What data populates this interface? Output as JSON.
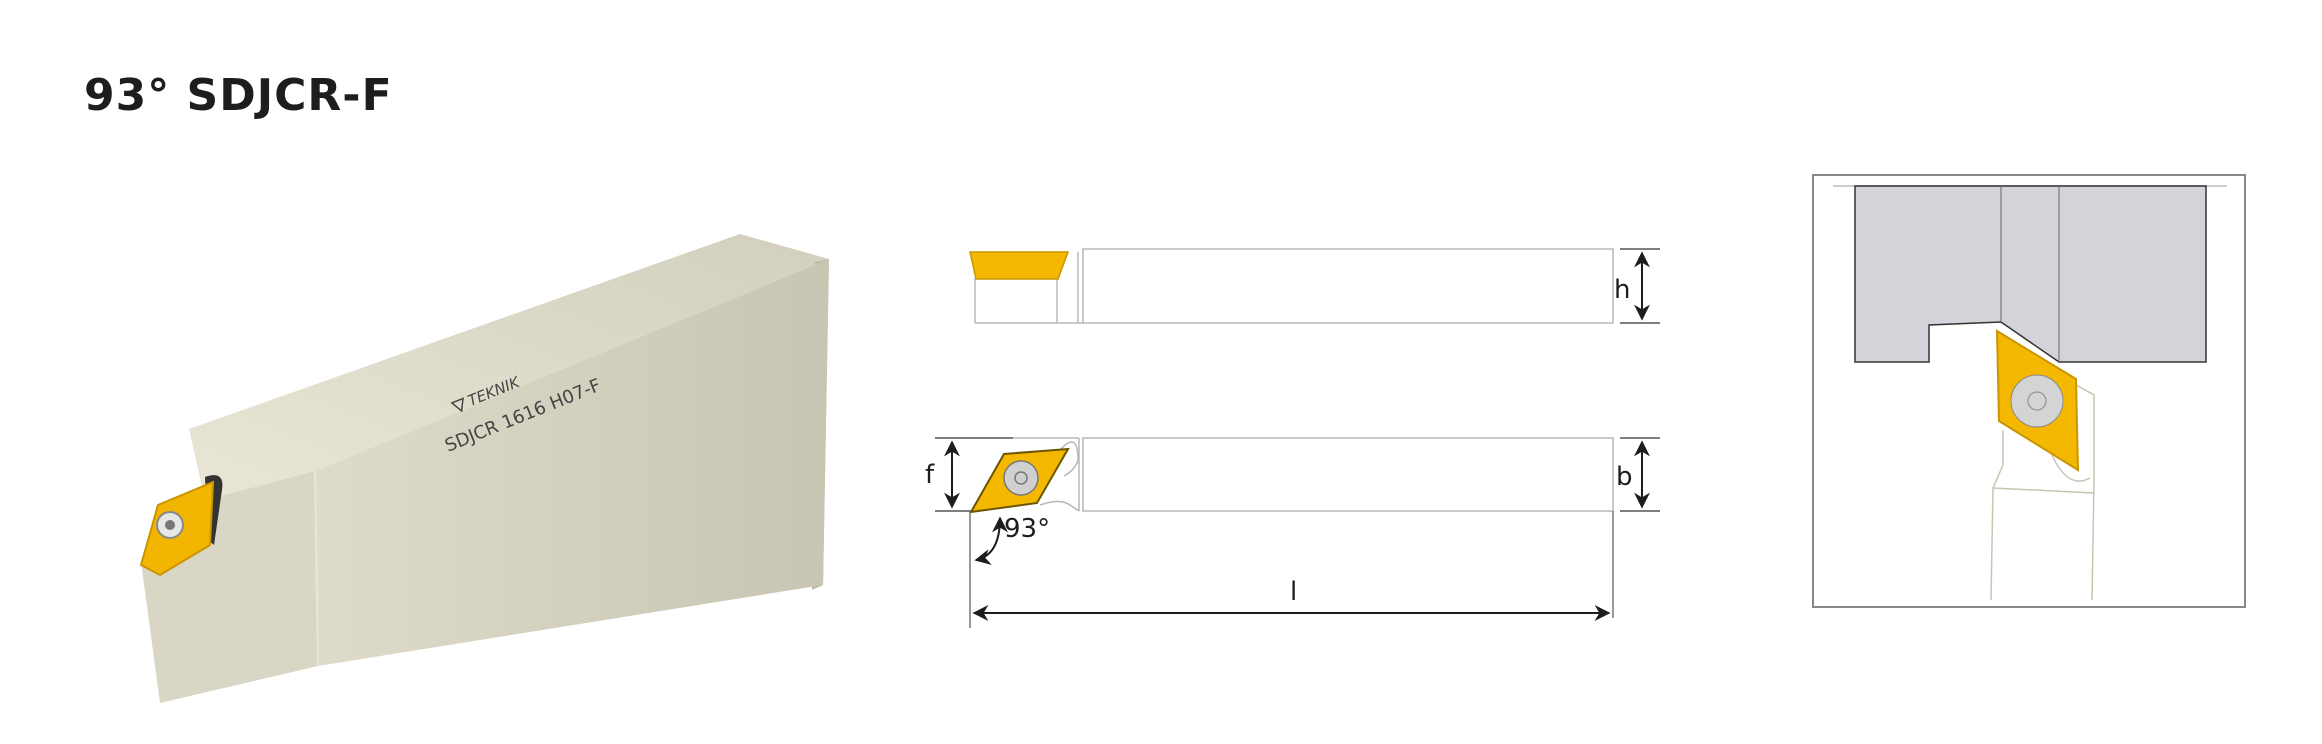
{
  "title": "93° SDJCR-F",
  "product_render": {
    "brand": "TEKNIK",
    "model_marking": "SDJCR 1616 H07-F"
  },
  "drawing": {
    "labels": {
      "h": "h",
      "b": "b",
      "f": "f",
      "l": "l",
      "angle": "93°"
    }
  },
  "colors": {
    "insert": "#f5b800",
    "body": "#d6d3c2",
    "workpiece": "#d3d4da"
  }
}
